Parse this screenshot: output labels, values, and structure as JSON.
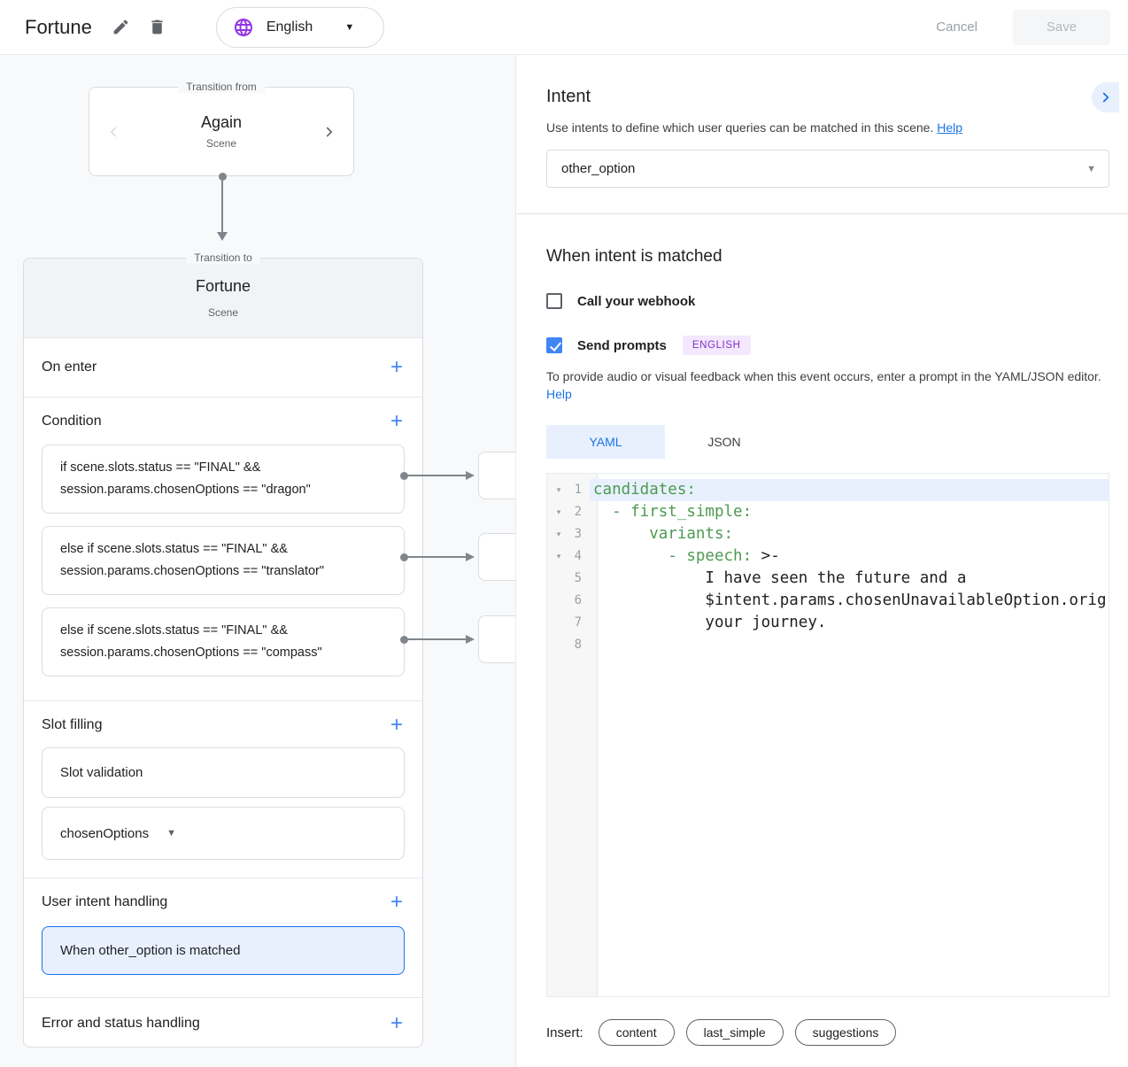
{
  "header": {
    "title": "Fortune",
    "language": "English",
    "cancel_label": "Cancel",
    "save_label": "Save"
  },
  "canvas": {
    "transition_from": {
      "legend": "Transition from",
      "name": "Again",
      "type": "Scene"
    },
    "transition_to": {
      "legend": "Transition to",
      "name": "Fortune",
      "type": "Scene"
    },
    "sections": {
      "on_enter": "On enter",
      "condition": "Condition",
      "slot_filling": "Slot filling",
      "user_intent_handling": "User intent handling",
      "error_handling": "Error and status handling"
    },
    "conditions": [
      {
        "line1": "if scene.slots.status == \"FINAL\" &&",
        "line2": "session.params.chosenOptions == \"dragon\""
      },
      {
        "line1": "else if scene.slots.status == \"FINAL\" &&",
        "line2": "session.params.chosenOptions == \"translator\""
      },
      {
        "line1": "else if scene.slots.status == \"FINAL\" &&",
        "line2": "session.params.chosenOptions == \"compass\""
      }
    ],
    "slot_validation_label": "Slot validation",
    "slot_name": "chosenOptions",
    "intent_handler_label": "When other_option is matched"
  },
  "intent_panel": {
    "title": "Intent",
    "description": "Use intents to define which user queries can be matched in this scene.",
    "help_label": "Help",
    "selected_intent": "other_option",
    "matched": {
      "title": "When intent is matched",
      "webhook_label": "Call your webhook",
      "webhook_checked": false,
      "send_prompts_label": "Send prompts",
      "send_prompts_checked": true,
      "language_badge": "ENGLISH",
      "editor_hint": "To provide audio or visual feedback when this event occurs, enter a prompt in the YAML/JSON editor.",
      "help_label": "Help"
    },
    "tabs": [
      {
        "label": "YAML",
        "active": true
      },
      {
        "label": "JSON",
        "active": false
      }
    ],
    "editor": {
      "lines": [
        {
          "num": "1",
          "fold": "▾",
          "key": "candidates:",
          "rest": ""
        },
        {
          "num": "2",
          "fold": "▾",
          "key": "  - first_simple:",
          "rest": ""
        },
        {
          "num": "3",
          "fold": "▾",
          "key": "      variants:",
          "rest": ""
        },
        {
          "num": "4",
          "fold": "▾",
          "key": "        - speech:",
          "rest": " >-"
        },
        {
          "num": "5",
          "fold": "",
          "key": "",
          "rest": "            I have seen the future and a"
        },
        {
          "num": "6",
          "fold": "",
          "key": "",
          "rest": "            $intent.params.chosenUnavailableOption.orig"
        },
        {
          "num": "7",
          "fold": "",
          "key": "",
          "rest": "            your journey."
        },
        {
          "num": "8",
          "fold": "",
          "key": "",
          "rest": ""
        }
      ]
    },
    "insert": {
      "label": "Insert:",
      "chips": [
        "content",
        "last_simple",
        "suggestions"
      ]
    }
  },
  "icons": {
    "edit": "pencil-icon",
    "delete": "trash-icon",
    "language": "globe-icon",
    "dropdown": "caret-down-icon",
    "collapse": "chevron-right-icon",
    "prev": "chevron-left-icon",
    "next": "chevron-right-icon",
    "add": "plus-icon",
    "fold": "fold-arrow-icon"
  },
  "colors": {
    "accent_blue": "#1a73e8",
    "checkbox_blue": "#4285f4",
    "purple": "#9334e6",
    "badge_purple_bg": "#f3e8fd",
    "yaml_green": "#4d9a51",
    "selected_bg": "#e8f0fe",
    "canvas_bg": "#f8f9fa",
    "border": "#dadce0"
  }
}
